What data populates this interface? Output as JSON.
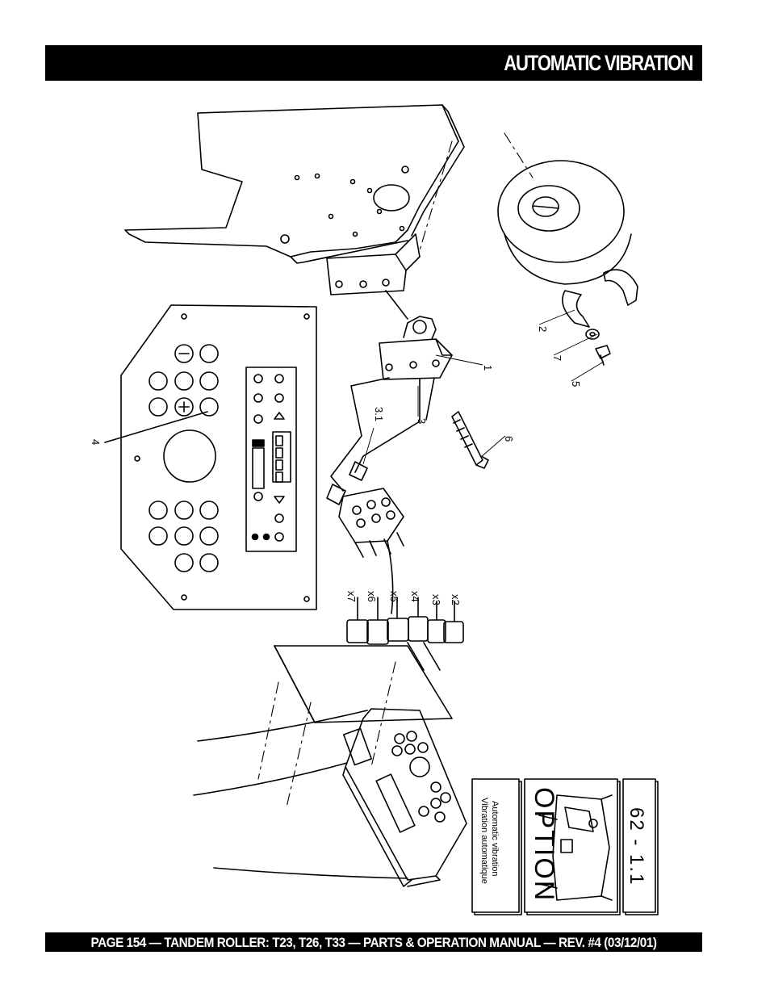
{
  "header": {
    "title": "AUTOMATIC VIBRATION"
  },
  "footer": {
    "text": "PAGE 154 — TANDEM ROLLER: T23, T26, T33 — PARTS & OPERATION MANUAL — REV. #4 (03/12/01)"
  },
  "callouts": [
    "1",
    "2",
    "3",
    "3.1",
    "4",
    "5",
    "6",
    "7"
  ],
  "connectors": [
    "x7",
    "x6",
    "x5",
    "x4",
    "x3",
    "x2"
  ],
  "title_block": {
    "description_en": "Automatic vibration",
    "description_fr": "Vibration automatique",
    "option_label": "OPTION",
    "drawing_number": "62 - 1.1"
  }
}
